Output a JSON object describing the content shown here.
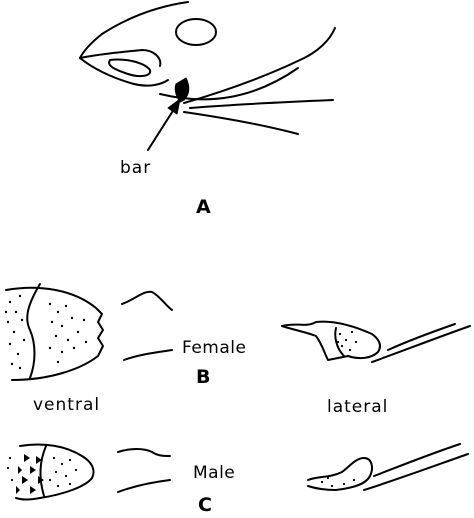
{
  "labels": {
    "panel_a": "A",
    "panel_b": "B",
    "panel_c": "C",
    "bar": "bar",
    "female": "Female",
    "male": "Male",
    "ventral": "ventral",
    "lateral": "lateral"
  },
  "colors": {
    "ink": "#000000",
    "background": "#ffffff"
  }
}
